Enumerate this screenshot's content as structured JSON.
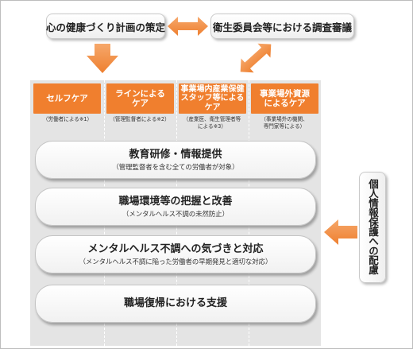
{
  "top": {
    "left_label": "心の健康づくり計画の策定",
    "right_label": "衛生委員会等における調査審議"
  },
  "care": [
    {
      "label": "セルフケア",
      "note": "（労働者による※1）"
    },
    {
      "label": "ラインによる\nケア",
      "note": "（管理監督者による※2）"
    },
    {
      "label": "事業場内産業保健\nスタッフ等による\nケア",
      "note": "（産業医、衛生管理者等\nによる※3）"
    },
    {
      "label": "事業場外資源\nによるケア",
      "note": "（事業場外の機関、\n専門家等による）"
    }
  ],
  "measures": [
    {
      "title": "教育研修・情報提供",
      "sub": "（管理監督者を含む全ての労働者が対象）"
    },
    {
      "title": "職場環境等の把握と改善",
      "sub": "（メンタルヘルス不調の未然防止）"
    },
    {
      "title": "メンタルヘルス不調への気づきと対応",
      "sub": "（メンタルヘルス不調に陥った労働者の早期発見と適切な対応）"
    },
    {
      "title": "職場復帰における支援",
      "sub": ""
    }
  ],
  "side": {
    "label": "個人情報保護への配慮"
  },
  "colors": {
    "orange": "#f07f2e",
    "panel": "#e4e4e4"
  }
}
